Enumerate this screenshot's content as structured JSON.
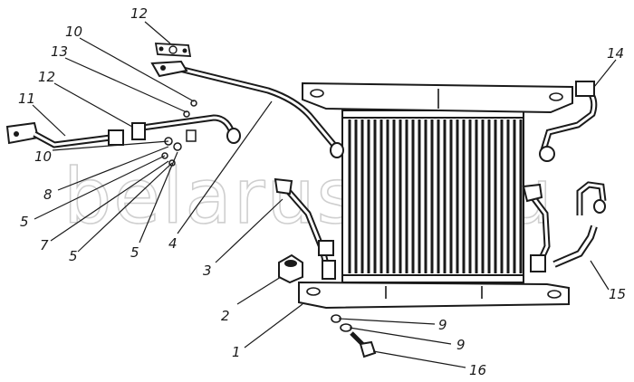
{
  "watermark": "belarus-tr.ru",
  "callouts": [
    {
      "id": "c1",
      "label": "1"
    },
    {
      "id": "c2",
      "label": "2"
    },
    {
      "id": "c3",
      "label": "3"
    },
    {
      "id": "c4",
      "label": "4"
    },
    {
      "id": "c5a",
      "label": "5"
    },
    {
      "id": "c5b",
      "label": "5"
    },
    {
      "id": "c5c",
      "label": "5"
    },
    {
      "id": "c7",
      "label": "7"
    },
    {
      "id": "c8",
      "label": "8"
    },
    {
      "id": "c9a",
      "label": "9"
    },
    {
      "id": "c9b",
      "label": "9"
    },
    {
      "id": "c10a",
      "label": "10"
    },
    {
      "id": "c10b",
      "label": "10"
    },
    {
      "id": "c11",
      "label": "11"
    },
    {
      "id": "c12a",
      "label": "12"
    },
    {
      "id": "c12b",
      "label": "12"
    },
    {
      "id": "c13",
      "label": "13"
    },
    {
      "id": "c14",
      "label": "14"
    },
    {
      "id": "c15",
      "label": "15"
    },
    {
      "id": "c16",
      "label": "16"
    }
  ]
}
